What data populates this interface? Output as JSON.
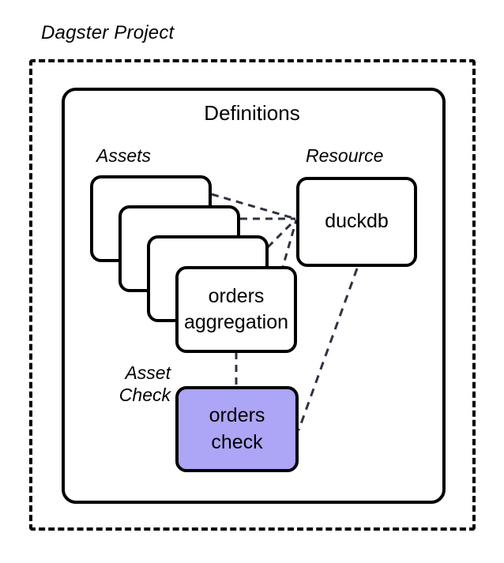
{
  "diagram": {
    "title": "Dagster Project",
    "container": {
      "label": "Definitions"
    },
    "groups": {
      "assets_label": "Assets",
      "resource_label": "Resource",
      "asset_check_label_line1": "Asset",
      "asset_check_label_line2": "Check"
    },
    "nodes": {
      "asset_stack_card_1": "",
      "asset_stack_card_2": "",
      "asset_stack_card_3": "",
      "orders_aggregation_line1": "orders",
      "orders_aggregation_line2": "aggregation",
      "duckdb": "duckdb",
      "orders_check_line1": "orders",
      "orders_check_line2": "check"
    },
    "colors": {
      "stroke": "#000000",
      "background": "#ffffff",
      "asset_check_fill": "#ada5f5",
      "connector": "#2f3342"
    },
    "edges": [
      {
        "from": "asset_stack_card_1",
        "to": "duckdb",
        "style": "dashed"
      },
      {
        "from": "asset_stack_card_2",
        "to": "duckdb",
        "style": "dashed"
      },
      {
        "from": "asset_stack_card_3",
        "to": "duckdb",
        "style": "dashed"
      },
      {
        "from": "orders_aggregation",
        "to": "duckdb",
        "style": "dashed"
      },
      {
        "from": "orders_aggregation",
        "to": "orders_check",
        "style": "dashed"
      },
      {
        "from": "duckdb",
        "to": "orders_check",
        "style": "dashed"
      }
    ]
  }
}
